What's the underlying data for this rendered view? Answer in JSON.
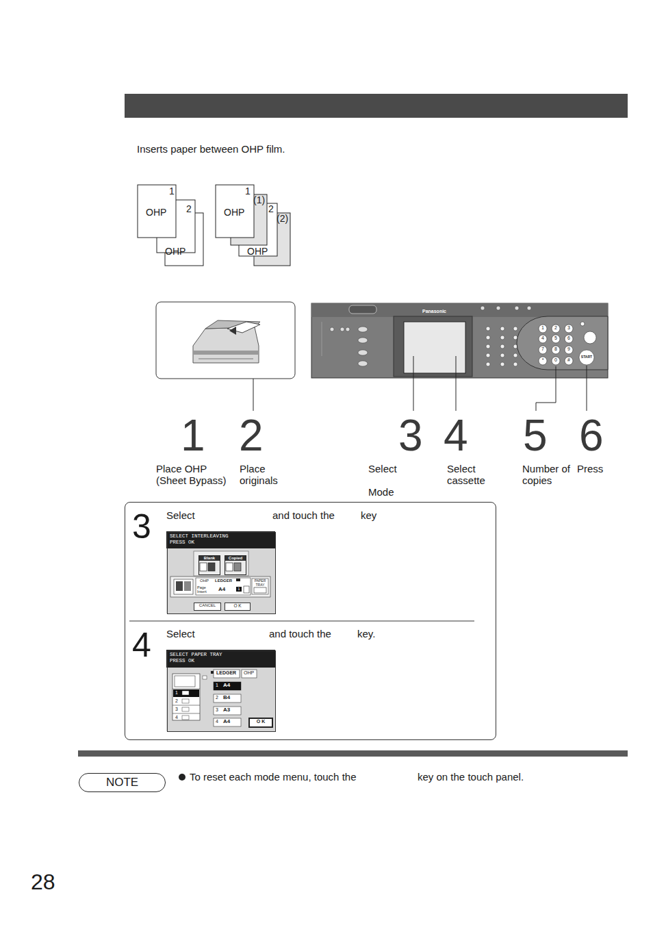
{
  "diagram": {
    "nodes": [
      {
        "text": [
          "3",
          "Select",
          "and touch the",
          "key",
          "4",
          "Select",
          "and touch the",
          "key."
        ]
      },
      {
        "text": [
          "SELECT INTERLEAVING PRESS OK"
        ],
        "in": 0
      },
      {
        "text": [
          "Blank"
        ],
        "in": 1
      },
      {
        "text": [
          "Copied"
        ],
        "in": 1
      },
      {
        "text": [
          "CANCEL"
        ],
        "in": 1
      },
      {
        "text": [
          "O K"
        ],
        "in": 1
      },
      {
        "text": [
          "SELECT PAPER TRAY PRESS OK"
        ],
        "in": 0
      },
      {
        "text": [
          "O K"
        ],
        "in": 6
      },
      {
        "text": [
          "NOTE"
        ]
      }
    ],
    "labels": [
      "Inserts paper between OHP film.",
      "1",
      "OHP",
      "2",
      "OHP",
      "1",
      "OHP",
      "(1)",
      "2",
      "(2)",
      "OHP",
      "Panasonic",
      "1",
      "2",
      "3",
      "4",
      "5",
      "6",
      "7",
      "8",
      "9",
      "*",
      "0",
      "#",
      "START",
      "1",
      "2",
      "3",
      "4",
      "5",
      "6",
      "Place OHP (Sheet Bypass)",
      "Place originals",
      "Select",
      "Mode",
      "Select cassette",
      "Number of copies",
      "Press",
      "OHP",
      "LEDGER",
      "Page Insert",
      "A4",
      "1",
      "PAPER TRAY",
      "LEDGER",
      "OHP",
      "1",
      "2",
      "3",
      "4",
      "1",
      "A4",
      "2",
      "B4",
      "3",
      "A3",
      "4",
      "A4",
      "To reset each mode menu, touch the",
      "key on the touch panel.",
      "28"
    ]
  }
}
